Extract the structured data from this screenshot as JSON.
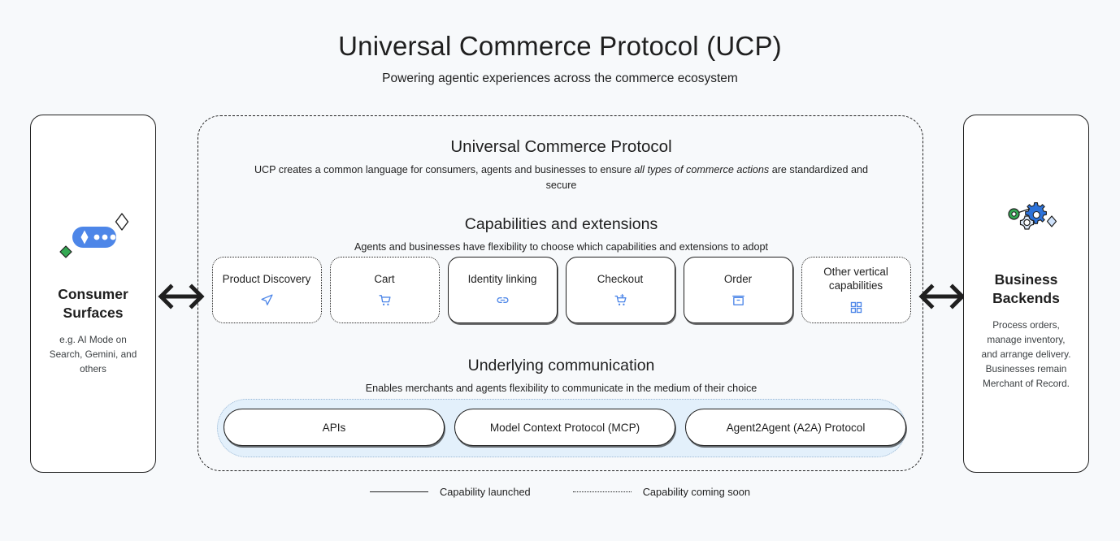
{
  "header": {
    "title": "Universal Commerce Protocol (UCP)",
    "subtitle": "Powering agentic experiences across the commerce ecosystem"
  },
  "left_panel": {
    "icon": "ai-chat-sparkle-icon",
    "title": "Consumer Surfaces",
    "description": "e.g. AI Mode on\nSearch, Gemini, and\nothers"
  },
  "right_panel": {
    "icon": "gears-settings-icon",
    "title": "Business Backends",
    "description": "Process orders,\nmanage inventory,\nand arrange delivery.\nBusinesses remain\nMerchant of Record."
  },
  "connectors": {
    "left_arrow": "double-arrow-icon",
    "right_arrow": "double-arrow-icon"
  },
  "main": {
    "protocol": {
      "title": "Universal Commerce Protocol",
      "description_part1": "UCP creates a common language for consumers, agents and businesses to ensure ",
      "description_italic1": "all types of commerce actions",
      "description_part2": " are standardized and secure"
    },
    "capabilities": {
      "title": "Capabilities and extensions",
      "description": "Agents and businesses have flexibility to choose which capabilities and extensions to adopt",
      "cards": [
        {
          "label": "Product Discovery",
          "icon": "send-arrow-icon",
          "status": "soon"
        },
        {
          "label": "Cart",
          "icon": "shopping-cart-icon",
          "status": "soon"
        },
        {
          "label": "Identity linking",
          "icon": "link-chain-icon",
          "status": "launched"
        },
        {
          "label": "Checkout",
          "icon": "cart-checkout-icon",
          "status": "launched"
        },
        {
          "label": "Order",
          "icon": "package-box-icon",
          "status": "launched"
        },
        {
          "label": "Other vertical capabilities",
          "icon": "grid-apps-icon",
          "status": "soon"
        }
      ]
    },
    "communication": {
      "title": "Underlying communication",
      "description": "Enables merchants and agents flexibility to communicate in the medium of their choice",
      "pills": [
        {
          "label": "APIs"
        },
        {
          "label": "Model Context Protocol (MCP)"
        },
        {
          "label": "Agent2Agent (A2A) Protocol"
        }
      ]
    }
  },
  "legend": [
    {
      "style": "solid",
      "label": "Capability launched"
    },
    {
      "style": "dotted",
      "label": "Capability coming soon"
    }
  ],
  "colors": {
    "background": "#f7f9fb",
    "accent_blue": "#4285f4",
    "icon_blue": "#4d86e8",
    "tray_blue": "#e3f0fb",
    "green": "#34a853",
    "ink": "#1f1f1f"
  }
}
